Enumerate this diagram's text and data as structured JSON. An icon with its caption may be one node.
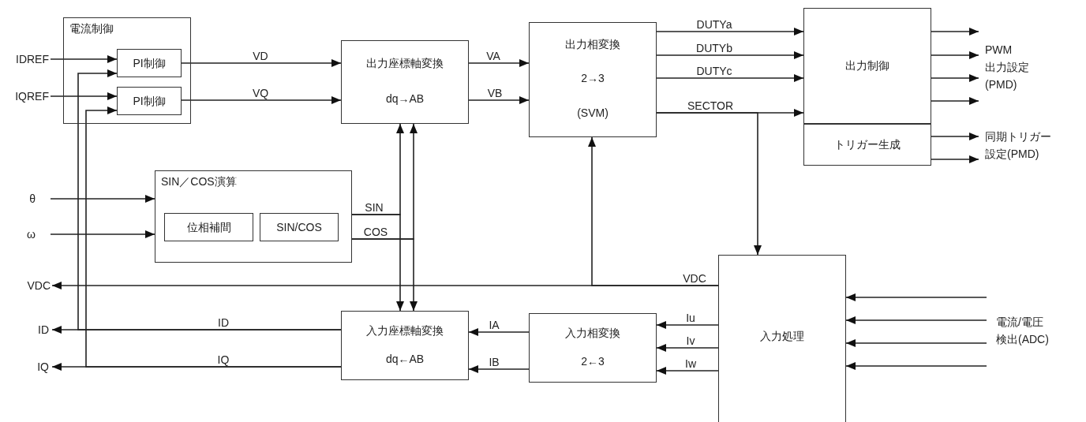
{
  "diagram": {
    "nodes": [
      {
        "text": [
          "電流制御"
        ]
      },
      {
        "text": [
          "PI制御"
        ],
        "in": 0
      },
      {
        "text": [
          "PI制御"
        ],
        "in": 0
      },
      {
        "text": [
          "出力座標軸変換",
          "dq→AB"
        ]
      },
      {
        "text": [
          "出力相変換",
          "2→3",
          "(SVM)"
        ]
      },
      {
        "text": [
          "出力制御"
        ]
      },
      {
        "text": [
          "トリガー生成"
        ]
      },
      {
        "text": [
          "SIN／COS演算"
        ]
      },
      {
        "text": [
          "位相補間"
        ],
        "in": 7
      },
      {
        "text": [
          "SIN/COS"
        ],
        "in": 7
      },
      {
        "text": [
          "入力座標軸変換",
          "dq←AB"
        ]
      },
      {
        "text": [
          "入力相変換",
          "2←3"
        ]
      },
      {
        "text": [
          "入力処理"
        ]
      },
      {
        "text": [
          "IDREF"
        ]
      },
      {
        "text": [
          "IQREF"
        ]
      },
      {
        "text": [
          "θ"
        ]
      },
      {
        "text": [
          "ω"
        ]
      },
      {
        "text": [
          "VDC"
        ]
      },
      {
        "text": [
          "ID"
        ]
      },
      {
        "text": [
          "IQ"
        ]
      },
      {
        "text": [
          "PWM 出力設定 (PMD)"
        ]
      },
      {
        "text": [
          "同期トリガー設定(PMD)"
        ]
      },
      {
        "text": [
          "電流/電圧検出(ADC)"
        ]
      }
    ],
    "edges": [
      {
        "from": 13,
        "to": 1,
        "arrow": "to"
      },
      {
        "from": 14,
        "to": 2,
        "arrow": "to"
      },
      {
        "from": 1,
        "to": 3,
        "label": "VD",
        "arrow": "to"
      },
      {
        "from": 2,
        "to": 3,
        "label": "VQ",
        "arrow": "to"
      },
      {
        "from": 3,
        "to": 4,
        "label": "VA",
        "arrow": "to"
      },
      {
        "from": 3,
        "to": 4,
        "label": "VB",
        "arrow": "to"
      },
      {
        "from": 4,
        "to": 5,
        "label": "DUTYa",
        "arrow": "to"
      },
      {
        "from": 4,
        "to": 5,
        "label": "DUTYb",
        "arrow": "to"
      },
      {
        "from": 4,
        "to": 5,
        "label": "DUTYc",
        "arrow": "to"
      },
      {
        "from": 4,
        "to": 5,
        "label": "SECTOR",
        "arrow": "to"
      },
      {
        "from": 4,
        "to": 12,
        "arrow": "to"
      },
      {
        "from": 15,
        "to": 7,
        "arrow": "to"
      },
      {
        "from": 16,
        "to": 7,
        "arrow": "to"
      },
      {
        "from": 7,
        "to": 3,
        "label": "SIN",
        "arrow": "to"
      },
      {
        "from": 7,
        "to": 10,
        "arrow": "to"
      },
      {
        "from": 7,
        "to": 3,
        "label": "COS",
        "arrow": "to"
      },
      {
        "from": 7,
        "to": 10,
        "arrow": "to"
      },
      {
        "from": 12,
        "to": 17,
        "label": "VDC",
        "arrow": "to"
      },
      {
        "from": 12,
        "to": 4,
        "arrow": "to"
      },
      {
        "from": 10,
        "to": 18,
        "label": "ID",
        "arrow": "to"
      },
      {
        "from": 10,
        "to": 1,
        "arrow": "to"
      },
      {
        "from": 10,
        "to": 19,
        "label": "IQ",
        "arrow": "to"
      },
      {
        "from": 10,
        "to": 2,
        "arrow": "to"
      },
      {
        "from": 11,
        "to": 10,
        "label": "IA",
        "arrow": "to"
      },
      {
        "from": 11,
        "to": 10,
        "label": "IB",
        "arrow": "to"
      },
      {
        "from": 12,
        "to": 11,
        "label": "Iu",
        "arrow": "to"
      },
      {
        "from": 12,
        "to": 11,
        "label": "Iv",
        "arrow": "to"
      },
      {
        "from": 12,
        "to": 11,
        "label": "Iw",
        "arrow": "to"
      },
      {
        "from": 5,
        "to": 20,
        "arrow": "to"
      },
      {
        "from": 5,
        "to": 20,
        "arrow": "to"
      },
      {
        "from": 5,
        "to": 20,
        "arrow": "to"
      },
      {
        "from": 5,
        "to": 20,
        "arrow": "to"
      },
      {
        "from": 6,
        "to": 21,
        "arrow": "to"
      },
      {
        "from": 6,
        "to": 21,
        "arrow": "to"
      },
      {
        "from": 22,
        "to": 12,
        "arrow": "to"
      },
      {
        "from": 22,
        "to": 12,
        "arrow": "to"
      },
      {
        "from": 22,
        "to": 12,
        "arrow": "to"
      },
      {
        "from": 22,
        "to": 12,
        "arrow": "to"
      }
    ]
  }
}
